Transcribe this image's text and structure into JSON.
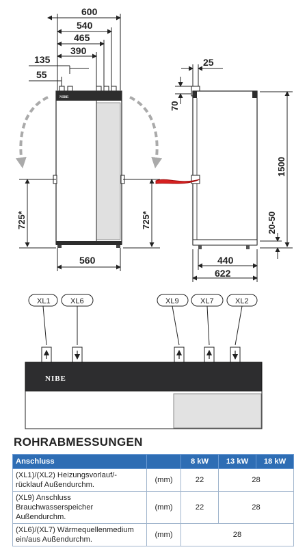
{
  "dimensions": {
    "front_top": [
      "600",
      "540",
      "465",
      "390"
    ],
    "front_left": [
      "135",
      "55"
    ],
    "front_side": "725*",
    "front_bottom": "560",
    "side_top": "25",
    "side_left": "70",
    "side_mid": "725*",
    "side_height": "1500",
    "side_feet": "20-50",
    "side_bottom": [
      "440",
      "622"
    ]
  },
  "connections": [
    "XL1",
    "XL6",
    "XL9",
    "XL7",
    "XL2"
  ],
  "brand": "NIBE",
  "section_title": "ROHRABMESSUNGEN",
  "table": {
    "headers": [
      "Anschluss",
      "",
      "8 kW",
      "13 kW",
      "18 kW"
    ],
    "rows": [
      {
        "label": "(XL1)/(XL2) Heizungsvorlauf/-rücklauf Außendurchm.",
        "unit": "(mm)",
        "v8": "22",
        "v13_18": "28"
      },
      {
        "label": "(XL9) Anschluss Brauchwasserspeicher Außendurchm.",
        "unit": "(mm)",
        "v8": "22",
        "v13_18": "28"
      },
      {
        "label": "(XL6)/(XL7) Wärmequellenmedium ein/aus Außendurchm.",
        "unit": "(mm)",
        "v_all": "28"
      }
    ]
  }
}
